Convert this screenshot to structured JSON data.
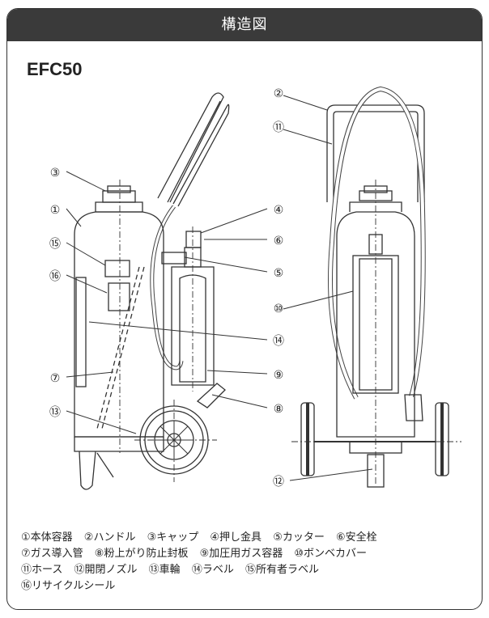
{
  "header": {
    "title": "構造図"
  },
  "model": "EFC50",
  "callouts": {
    "c1": "①",
    "c2": "②",
    "c3": "③",
    "c4": "④",
    "c5": "⑤",
    "c6": "⑥",
    "c7": "⑦",
    "c8": "⑧",
    "c9": "⑨",
    "c10": "⑩",
    "c11": "⑪",
    "c12": "⑫",
    "c13": "⑬",
    "c14": "⑭",
    "c15": "⑮",
    "c16": "⑯"
  },
  "legend": {
    "line1": [
      "①本体容器",
      "②ハンドル",
      "③キャップ",
      "④押し金具",
      "⑤カッター",
      "⑥安全栓"
    ],
    "line2": [
      "⑦ガス導入管",
      "⑧粉上がり防止封板",
      "⑨加圧用ガス容器",
      "⑩ボンベカバー"
    ],
    "line3": [
      "⑪ホース",
      "⑫開閉ノズル",
      "⑬車輪",
      "⑭ラベル",
      "⑮所有者ラベル"
    ],
    "line4": [
      "⑯リサイクルシール"
    ]
  }
}
